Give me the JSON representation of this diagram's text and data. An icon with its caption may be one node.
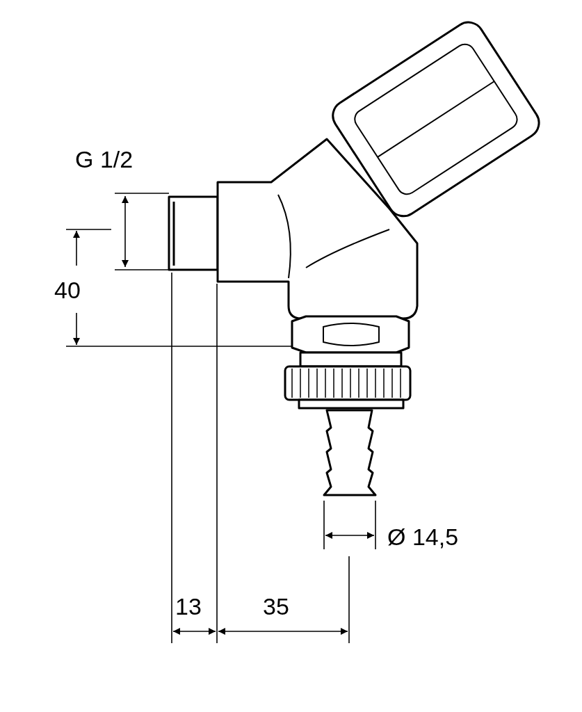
{
  "diagram": {
    "labels": [
      "G 1/2",
      "40",
      "Ø 14,5",
      "13",
      "35"
    ]
  }
}
